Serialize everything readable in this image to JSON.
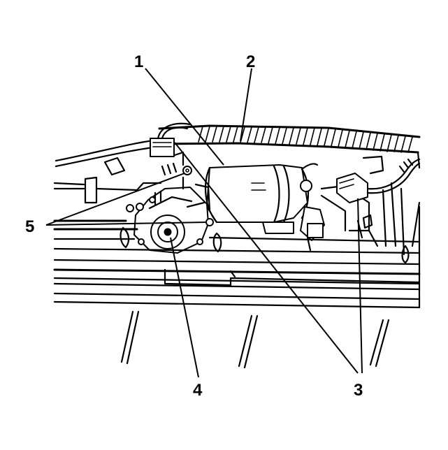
{
  "figure": {
    "callouts": [
      {
        "id": "1",
        "label": "1"
      },
      {
        "id": "2",
        "label": "2"
      },
      {
        "id": "3",
        "label": "3"
      },
      {
        "id": "4",
        "label": "4"
      },
      {
        "id": "5",
        "label": "5"
      }
    ],
    "colors": {
      "line": "#000000",
      "background": "#ffffff"
    }
  }
}
